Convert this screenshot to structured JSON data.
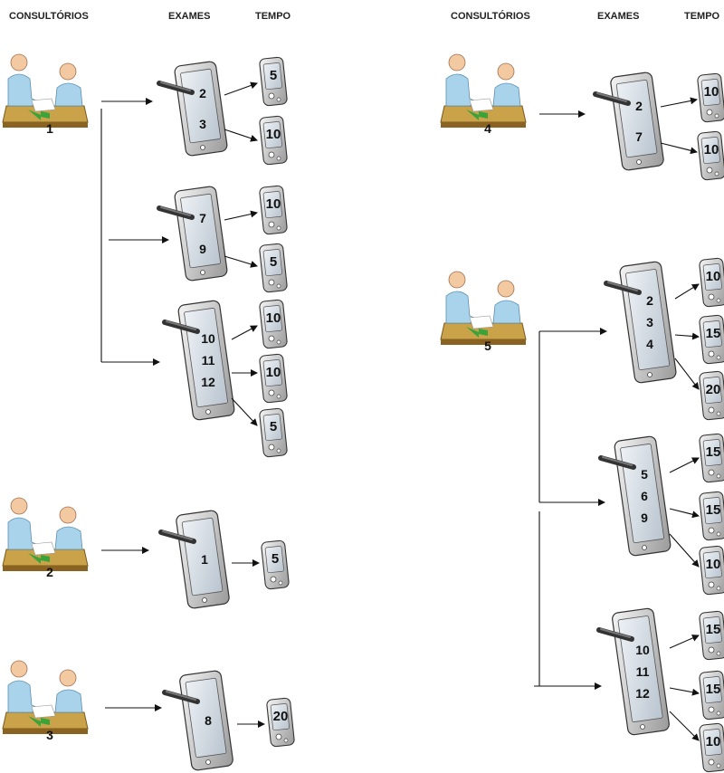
{
  "headers": {
    "left": {
      "consultorios": "CONSULTÓRIOS",
      "exames": "EXAMES",
      "tempo": "TEMPO"
    },
    "right": {
      "consultorios": "CONSULTÓRIOS",
      "exames": "EXAMES",
      "tempo": "TEMPO"
    }
  },
  "consultorios": [
    {
      "label": "1",
      "tablets": [
        {
          "exams": [
            "2",
            "3"
          ],
          "times": [
            "5",
            "10"
          ]
        },
        {
          "exams": [
            "7",
            "9"
          ],
          "times": [
            "10",
            "5"
          ]
        },
        {
          "exams": [
            "10",
            "11",
            "12"
          ],
          "times": [
            "10",
            "10",
            "5"
          ]
        }
      ]
    },
    {
      "label": "2",
      "tablets": [
        {
          "exams": [
            "1"
          ],
          "times": [
            "5"
          ]
        }
      ]
    },
    {
      "label": "3",
      "tablets": [
        {
          "exams": [
            "8"
          ],
          "times": [
            "20"
          ]
        }
      ]
    },
    {
      "label": "4",
      "tablets": [
        {
          "exams": [
            "2",
            "7"
          ],
          "times": [
            "10",
            "10"
          ]
        }
      ]
    },
    {
      "label": "5",
      "tablets": [
        {
          "exams": [
            "2",
            "3",
            "4"
          ],
          "times": [
            "10",
            "15",
            "20"
          ]
        },
        {
          "exams": [
            "5",
            "6",
            "9"
          ],
          "times": [
            "15",
            "15",
            "10"
          ]
        },
        {
          "exams": [
            "10",
            "11",
            "12"
          ],
          "times": [
            "15",
            "15",
            "10"
          ]
        }
      ]
    }
  ]
}
